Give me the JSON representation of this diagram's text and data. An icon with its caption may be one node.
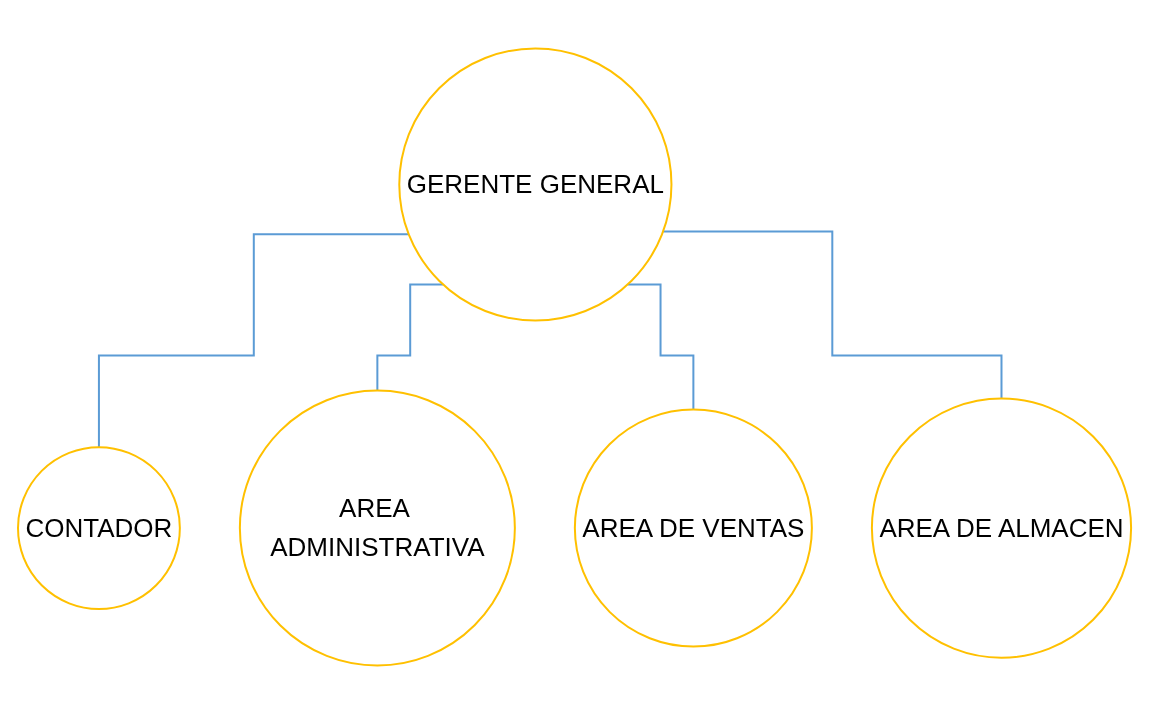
{
  "diagram": {
    "nodes": [
      {
        "text": [
          "GERENTE GENERAL"
        ]
      },
      {
        "text": [
          "CONTADOR"
        ]
      },
      {
        "text": [
          "AREA ADMINISTRATIVA"
        ]
      },
      {
        "text": [
          "AREA DE VENTAS"
        ]
      },
      {
        "text": [
          "AREA DE ALMACEN"
        ]
      }
    ],
    "edges": [
      {
        "from": 0,
        "to": 1,
        "arrow": "none"
      },
      {
        "from": 0,
        "to": 2,
        "arrow": "none"
      },
      {
        "from": 0,
        "to": 3,
        "arrow": "none"
      },
      {
        "from": 0,
        "to": 4,
        "arrow": "none"
      }
    ]
  }
}
